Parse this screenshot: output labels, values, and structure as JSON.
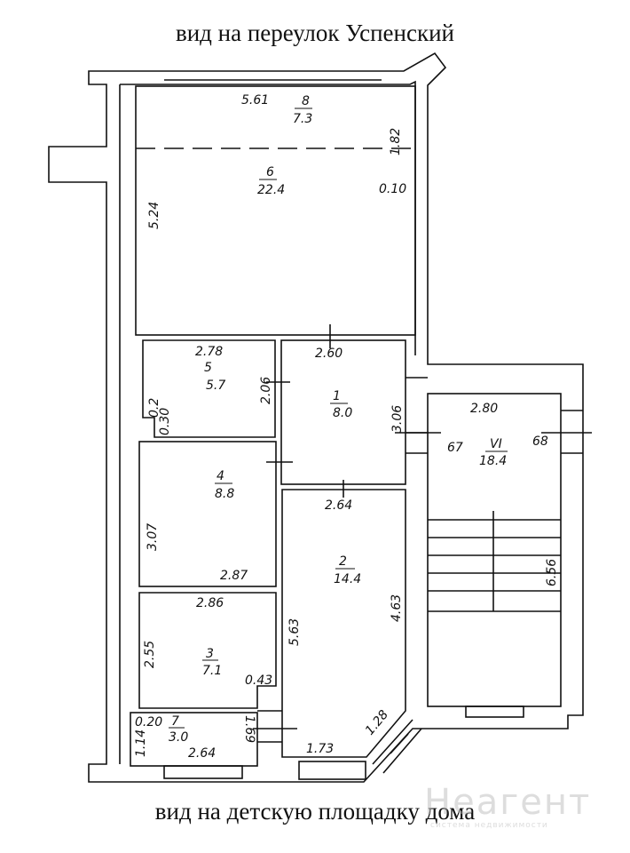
{
  "header": {
    "title": "вид на переулок Успенский"
  },
  "footer": {
    "title": "вид на детскую площадку дома"
  },
  "watermark": {
    "brand": "Неагент",
    "tagline": "система недвижимости"
  },
  "rooms": [
    {
      "id": "8",
      "area": "7.3"
    },
    {
      "id": "6",
      "area": "22.4"
    },
    {
      "id": "5",
      "area": "5.7"
    },
    {
      "id": "1",
      "area": "8.0"
    },
    {
      "id": "4",
      "area": "8.8"
    },
    {
      "id": "2",
      "area": "14.4"
    },
    {
      "id": "3",
      "area": "7.1"
    },
    {
      "id": "7",
      "area": "3.0"
    },
    {
      "id": "VI",
      "area": "18.4"
    }
  ],
  "dimensions": {
    "r6_top": "5.61",
    "r6_left": "5.24",
    "r8_depth": "1.82",
    "r6_right": "0.10",
    "r5_top": "2.78",
    "r5_right": "2.06",
    "r5_notch_a": "0.2",
    "r5_notch_b": "0.30",
    "r1_top": "2.60",
    "r1_right": "3.06",
    "r4_left": "3.07",
    "r4_bottom": "2.87",
    "r2_top": "2.64",
    "r2_left": "5.63",
    "r2_right": "4.63",
    "r2_diag": "1.28",
    "r2_bottom": "1.73",
    "r3_top": "2.86",
    "r3_left": "2.55",
    "r3_notch": "0.43",
    "r7_notch": "0.20",
    "r7_left": "1.14",
    "r7_bottom": "2.64",
    "r7_right": "1.69",
    "vi_top": "2.80",
    "vi_left": "67",
    "vi_right": "68",
    "vi_side": "6.56"
  }
}
